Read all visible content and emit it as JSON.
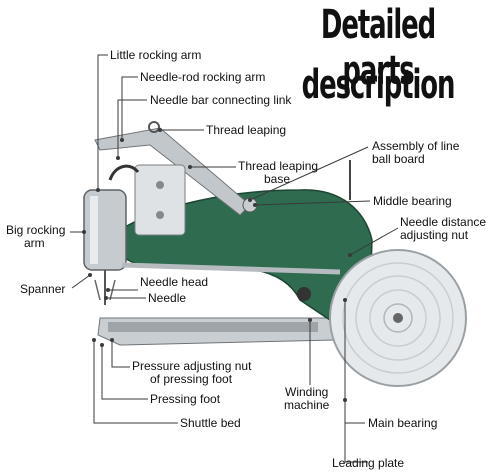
{
  "title": {
    "line1": "Detailed parts",
    "line2": "description"
  },
  "labels": {
    "little_rocking_arm": "Little rocking arm",
    "needle_rod_rocking_arm": "Needle-rod rocking arm",
    "needle_bar_connecting_link": "Needle bar connecting link",
    "thread_leaping": "Thread leaping",
    "assembly_line1": "Assembly of line",
    "assembly_line2": "ball board",
    "thread_leaping_base_line1": "Thread leaping",
    "thread_leaping_base_line2": "base",
    "middle_bearing": "Middle bearing",
    "needle_distance_line1": "Needle distance",
    "needle_distance_line2": "adjusting nut",
    "big_rocking_arm_line1": "Big rocking",
    "big_rocking_arm_line2": "arm",
    "spanner": "Spanner",
    "needle_head": "Needle head",
    "needle": "Needle",
    "pressure_adjusting_line1": "Pressure adjusting nut",
    "pressure_adjusting_line2": "of pressing foot",
    "pressing_foot": "Pressing foot",
    "shuttle_bed": "Shuttle bed",
    "winding_machine_line1": "Winding",
    "winding_machine_line2": "machine",
    "main_bearing": "Main bearing",
    "leading_plate": "Leading plate"
  },
  "colors": {
    "machine_body": "#2e6b4f",
    "metal": "#b9bec2",
    "wheel": "#e8eaec",
    "leader_line": "#3a3a3a"
  }
}
